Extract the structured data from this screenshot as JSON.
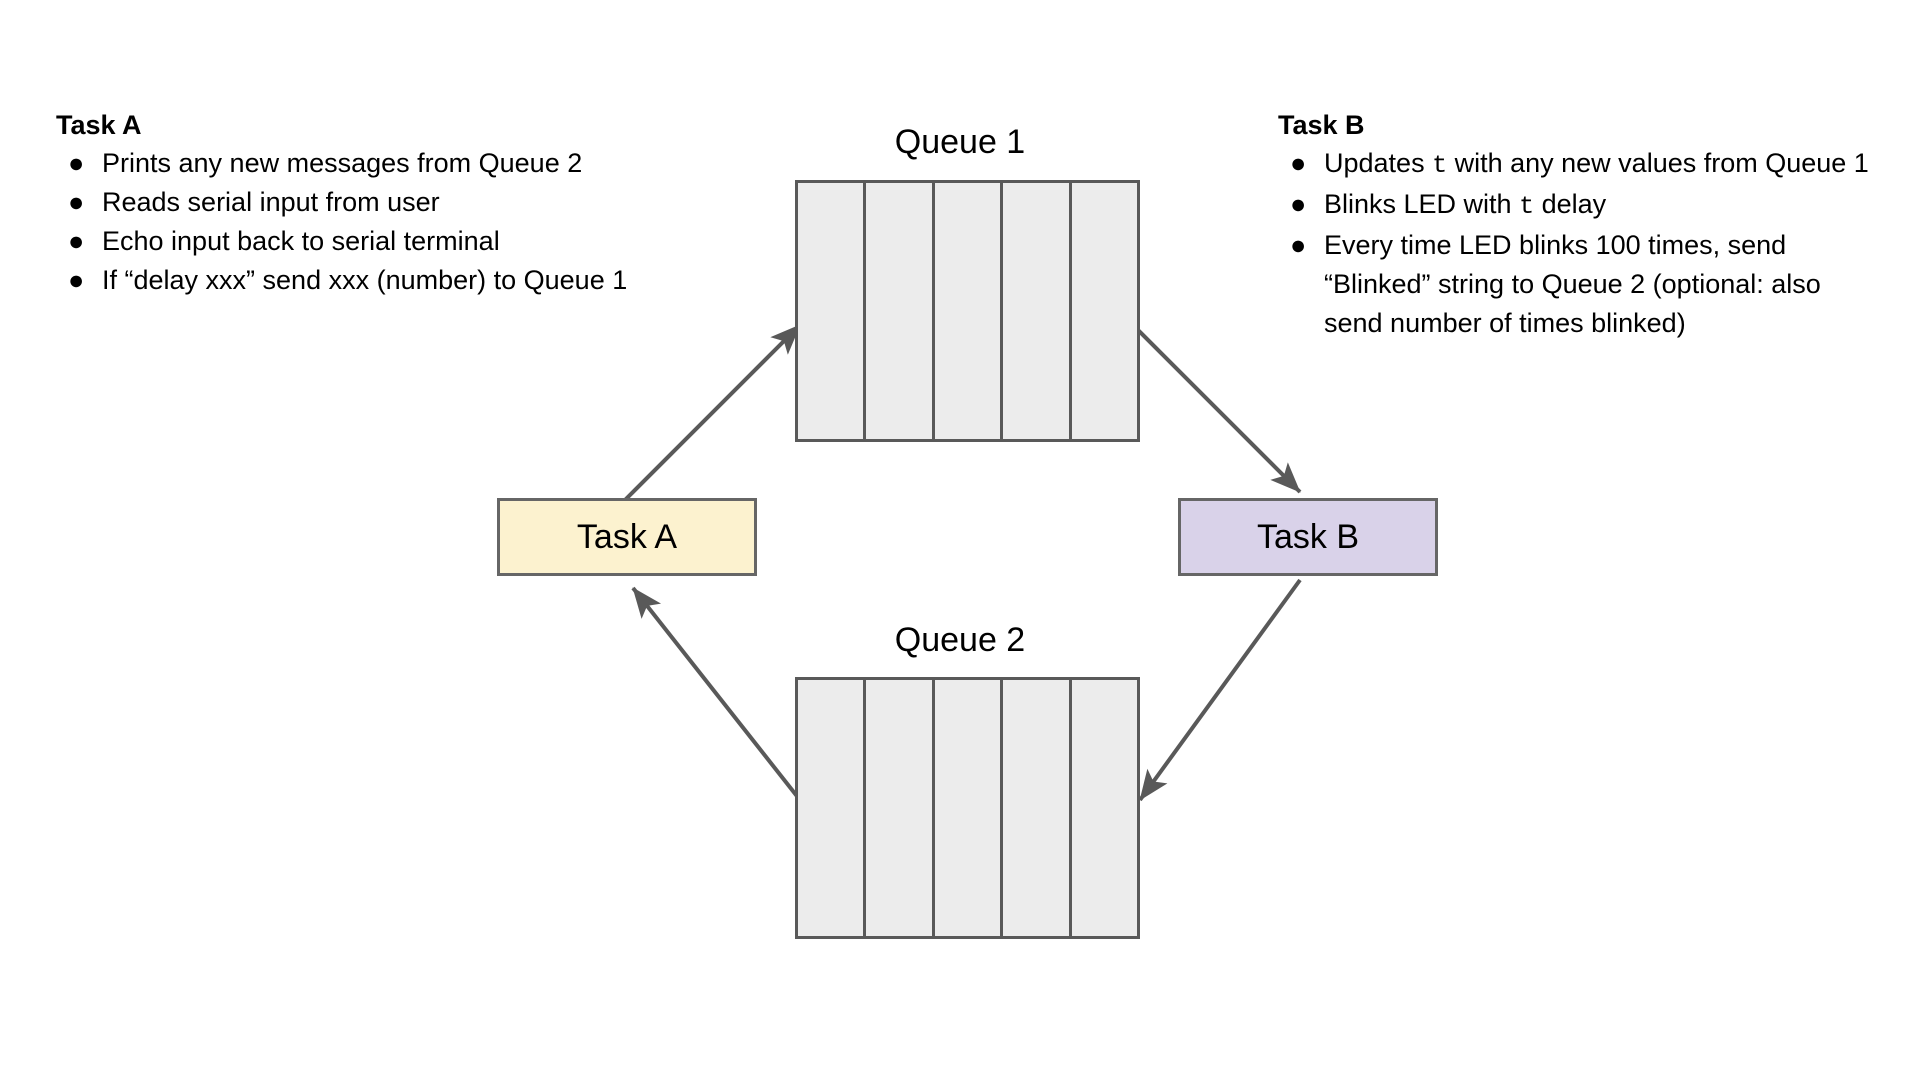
{
  "diagram": {
    "title_hidden": "",
    "colors": {
      "queue_fill": "#ECECEC",
      "queue_border": "#595959",
      "task_a_fill": "#FCF2CF",
      "task_b_fill": "#D9D2E9",
      "box_border": "#666666",
      "arrow": "#595959",
      "text": "#000000"
    },
    "notes": [
      {
        "id": "task-a",
        "title": "Task A",
        "bullets": [
          {
            "parts": [
              {
                "text": "Prints any new messages from Queue 2",
                "style": "normal"
              }
            ]
          },
          {
            "parts": [
              {
                "text": "Reads serial input from user",
                "style": "normal"
              }
            ]
          },
          {
            "parts": [
              {
                "text": "Echo input back to serial terminal",
                "style": "normal"
              }
            ]
          },
          {
            "parts": [
              {
                "text": "If “delay xxx” send xxx (number) to Queue 1",
                "style": "normal"
              }
            ]
          }
        ]
      },
      {
        "id": "task-b",
        "title": "Task B",
        "bullets": [
          {
            "parts": [
              {
                "text": "Updates ",
                "style": "normal"
              },
              {
                "text": "t",
                "style": "mono"
              },
              {
                "text": " with any new values from Queue 1",
                "style": "normal"
              }
            ]
          },
          {
            "parts": [
              {
                "text": "Blinks LED with ",
                "style": "normal"
              },
              {
                "text": "t",
                "style": "mono"
              },
              {
                "text": " delay",
                "style": "normal"
              }
            ]
          },
          {
            "parts": [
              {
                "text": "Every time LED blinks 100 times, send “Blinked” string to Queue 2 (optional: also send number of times blinked)",
                "style": "normal"
              }
            ]
          }
        ]
      }
    ],
    "queues": [
      {
        "id": "queue-1",
        "label": "Queue 1",
        "cells": 5
      },
      {
        "id": "queue-2",
        "label": "Queue 2",
        "cells": 5
      }
    ],
    "tasks": [
      {
        "id": "task-a-box",
        "label": "Task A"
      },
      {
        "id": "task-b-box",
        "label": "Task B"
      }
    ],
    "edges": [
      {
        "id": "edge-task-a-to-queue-1",
        "from": "Task A",
        "to": "Queue 1",
        "direction": "up-right"
      },
      {
        "id": "edge-queue-1-to-task-b",
        "from": "Queue 1",
        "to": "Task B",
        "direction": "down-right"
      },
      {
        "id": "edge-task-b-to-queue-2",
        "from": "Task B",
        "to": "Queue 2",
        "direction": "down-left"
      },
      {
        "id": "edge-queue-2-to-task-a",
        "from": "Queue 2",
        "to": "Task A",
        "direction": "up-left"
      }
    ]
  }
}
